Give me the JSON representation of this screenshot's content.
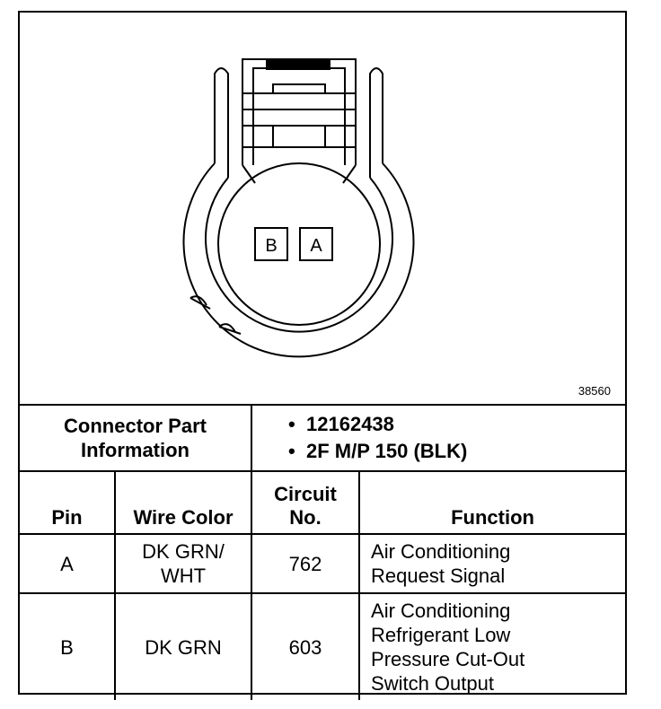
{
  "figure": {
    "pin_labels": [
      "B",
      "A"
    ],
    "figure_number": "38560"
  },
  "table": {
    "connector_label_1": "Connector Part",
    "connector_label_2": "Information",
    "part_values": [
      "12162438",
      "2F M/P 150 (BLK)"
    ],
    "headers": {
      "pin": "Pin",
      "wire_color": "Wire Color",
      "circuit_1": "Circuit",
      "circuit_2": "No.",
      "function": "Function"
    },
    "rows": [
      {
        "pin": "A",
        "wire_color": [
          "DK GRN/",
          "WHT"
        ],
        "circuit": "762",
        "function": [
          "Air Conditioning",
          "Request Signal"
        ]
      },
      {
        "pin": "B",
        "wire_color": [
          "DK GRN"
        ],
        "circuit": "603",
        "function": [
          "Air Conditioning",
          "Refrigerant Low",
          "Pressure Cut-Out",
          "Switch Output"
        ]
      }
    ]
  }
}
